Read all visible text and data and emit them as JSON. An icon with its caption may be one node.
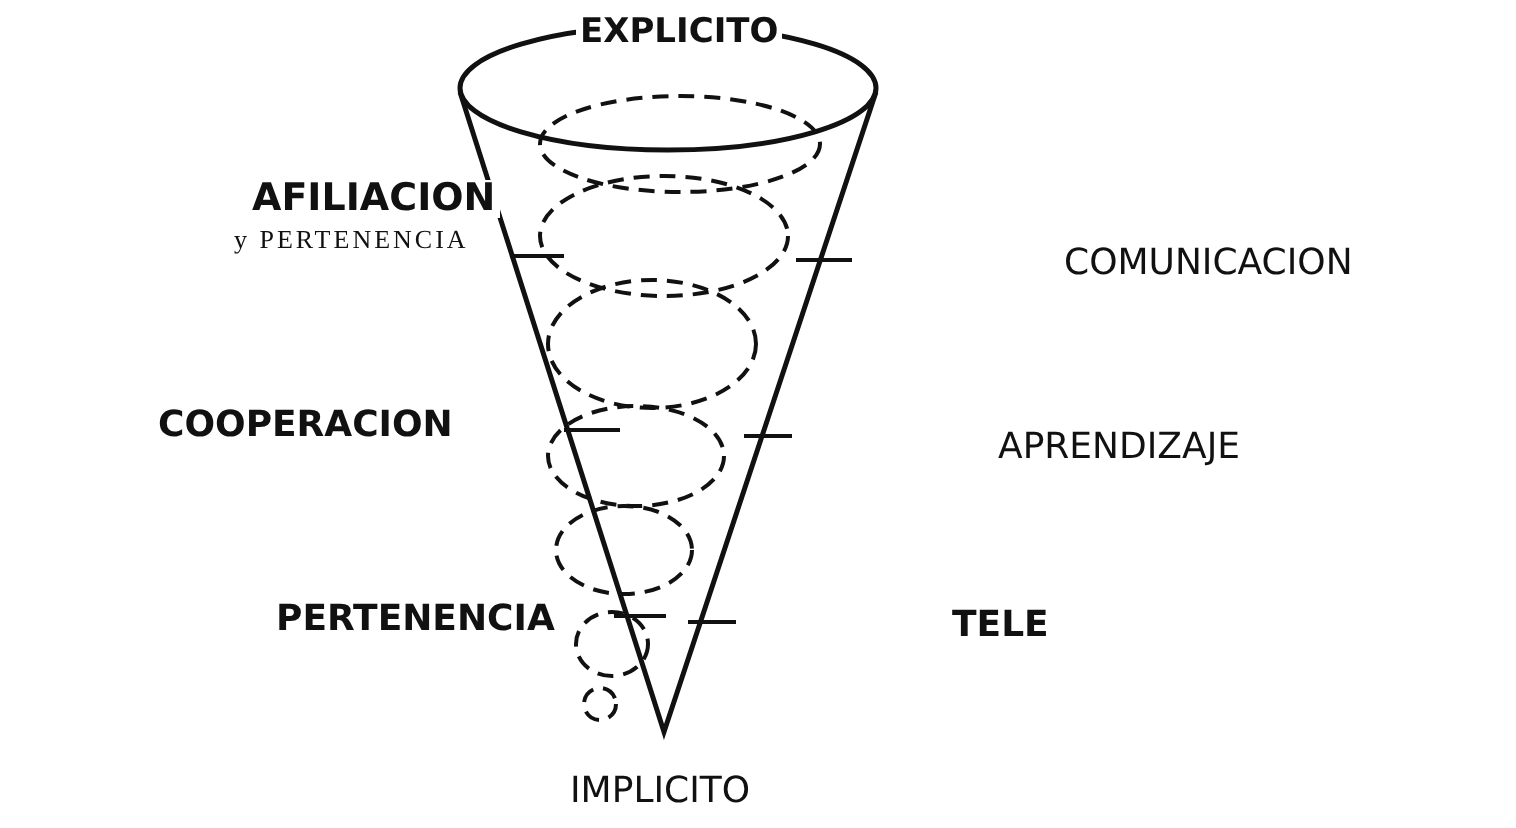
{
  "diagram": {
    "labels": [
      "EXPLICITO",
      "AFILIACION",
      "y PERTENENCIA",
      "COMUNICACION",
      "COOPERACION",
      "APRENDIZAJE",
      "PERTENENCIA",
      "TELE",
      "IMPLICITO"
    ]
  }
}
